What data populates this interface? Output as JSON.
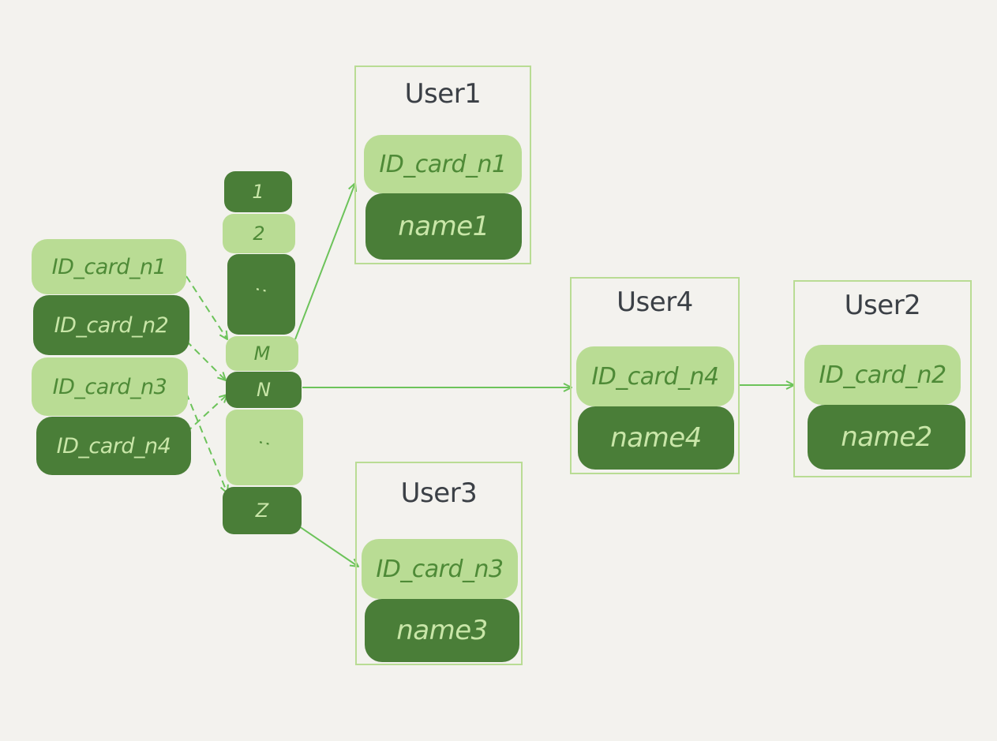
{
  "keys": [
    "ID_card_n1",
    "ID_card_n2",
    "ID_card_n3",
    "ID_card_n4"
  ],
  "hash_slots": [
    "1",
    "2",
    ":",
    "M",
    "N",
    ":",
    "Z"
  ],
  "users": {
    "user1": {
      "title": "User1",
      "id_card": "ID_card_n1",
      "name": "name1"
    },
    "user4": {
      "title": "User4",
      "id_card": "ID_card_n4",
      "name": "name4"
    },
    "user2": {
      "title": "User2",
      "id_card": "ID_card_n2",
      "name": "name2"
    },
    "user3": {
      "title": "User3",
      "id_card": "ID_card_n3",
      "name": "name3"
    }
  },
  "colors": {
    "background": "#f3f2ee",
    "light_green": "#b9dc94",
    "dark_green": "#4a7e38",
    "arrow_green": "#6cc35a",
    "title_text": "#3b4046"
  }
}
